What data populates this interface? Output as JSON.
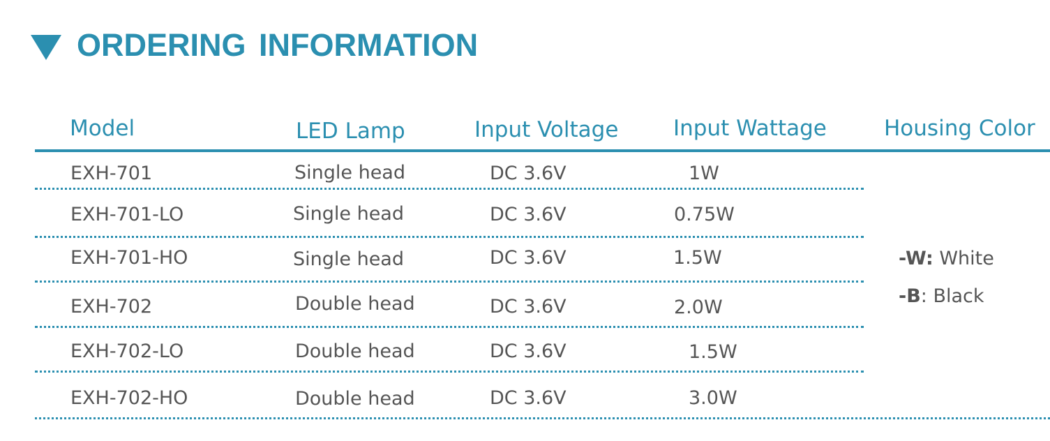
{
  "title": "ORDERING  INFORMATION",
  "headers": {
    "model": "Model",
    "lamp": "LED Lamp",
    "voltage": "Input Voltage",
    "wattage": "Input Wattage",
    "color": "Housing Color"
  },
  "rows": [
    {
      "model": "EXH-701",
      "lamp": "Single head",
      "voltage": "DC 3.6V",
      "wattage": "1W"
    },
    {
      "model": "EXH-701-LO",
      "lamp": "Single head",
      "voltage": "DC 3.6V",
      "wattage": "0.75W"
    },
    {
      "model": "EXH-701-HO",
      "lamp": "Single head",
      "voltage": "DC 3.6V",
      "wattage": "1.5W"
    },
    {
      "model": "EXH-702",
      "lamp": "Double head",
      "voltage": "DC 3.6V",
      "wattage": "2.0W"
    },
    {
      "model": "EXH-702-LO",
      "lamp": "Double head",
      "voltage": "DC 3.6V",
      "wattage": "1.5W"
    },
    {
      "model": "EXH-702-HO",
      "lamp": "Double head",
      "voltage": "DC 3.6V",
      "wattage": "3.0W"
    }
  ],
  "housing_colors": [
    {
      "code": "-W:",
      "name": " White"
    },
    {
      "code": "-B",
      "name": ": Black"
    }
  ],
  "colors": {
    "accent": "#2b8fb0",
    "text": "#555555"
  }
}
